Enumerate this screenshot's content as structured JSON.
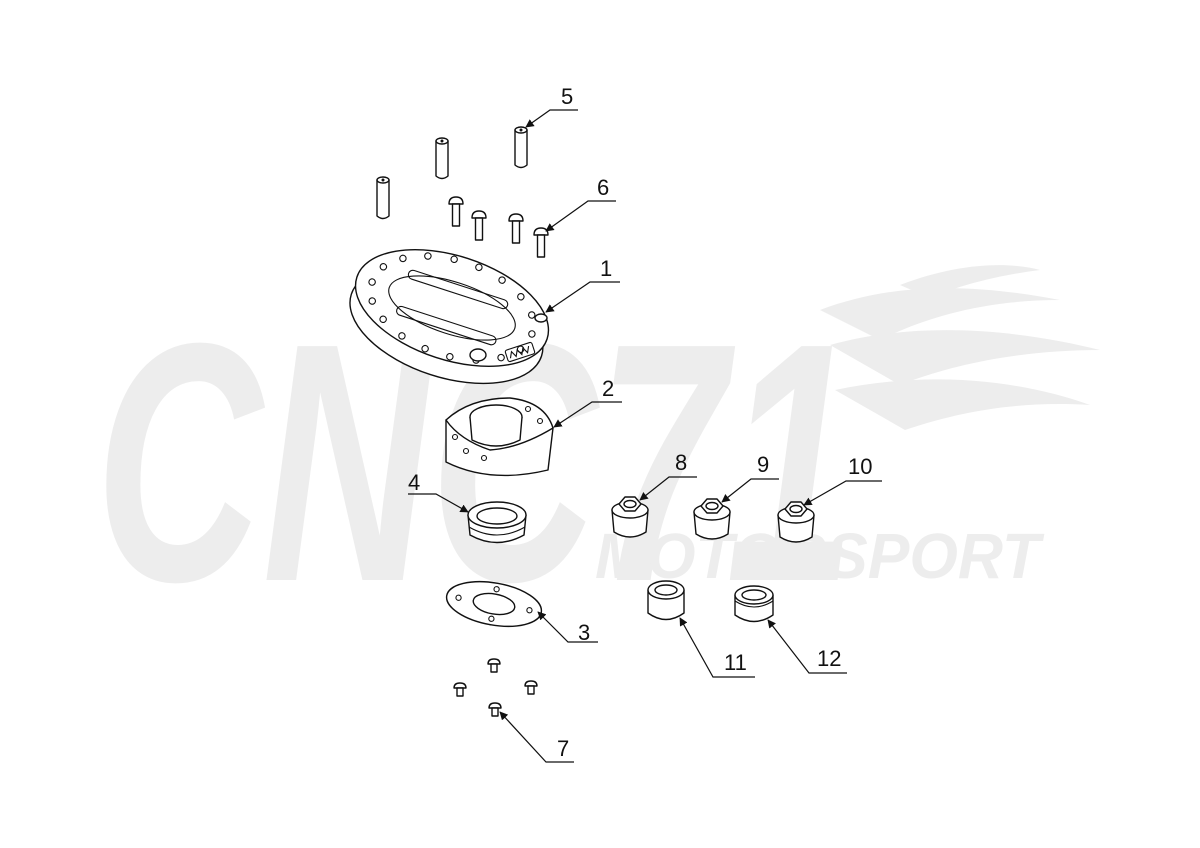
{
  "watermark": {
    "brand": "CNC71",
    "tagline": "MOTORSPORT"
  },
  "callouts": [
    {
      "id": "1",
      "label": "1"
    },
    {
      "id": "2",
      "label": "2"
    },
    {
      "id": "3",
      "label": "3"
    },
    {
      "id": "4",
      "label": "4"
    },
    {
      "id": "5",
      "label": "5"
    },
    {
      "id": "6",
      "label": "6"
    },
    {
      "id": "7",
      "label": "7"
    },
    {
      "id": "8",
      "label": "8"
    },
    {
      "id": "9",
      "label": "9"
    },
    {
      "id": "10",
      "label": "10"
    },
    {
      "id": "11",
      "label": "11"
    },
    {
      "id": "12",
      "label": "12"
    }
  ],
  "colors": {
    "line": "#111111",
    "watermark": "#ededed",
    "background": "#ffffff"
  }
}
